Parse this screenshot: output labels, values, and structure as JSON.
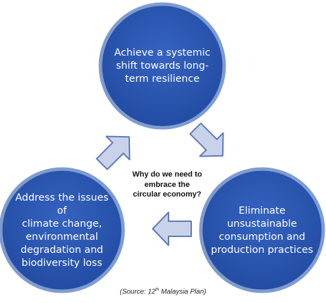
{
  "colors": {
    "circle_fill": "#2c55b0",
    "circle_ring": "#7f9cd0",
    "arrow_fill": "#c8d3ea",
    "arrow_stroke": "#5e79b8"
  },
  "circles": [
    {
      "id": "top",
      "lines": [
        "Achieve a systemic",
        "shift towards long-",
        "term resilience"
      ]
    },
    {
      "id": "bottom-right",
      "lines": [
        "Eliminate",
        "unsustainable",
        "consumption and",
        "production practices"
      ]
    },
    {
      "id": "bottom-left",
      "lines": [
        "Address the issues of",
        "climate change,",
        "environmental",
        "degradation and",
        "biodiversity loss"
      ]
    }
  ],
  "center_question": [
    "Why do we need to",
    "embrace the",
    "circular economy?"
  ],
  "source": {
    "prefix": "(Source: 12",
    "superscript": "th",
    "suffix": " Malaysia Plan)"
  },
  "arrows": [
    {
      "name": "arrow-top-to-right-icon",
      "direction": "down-right"
    },
    {
      "name": "arrow-right-to-left-icon",
      "direction": "left"
    },
    {
      "name": "arrow-left-to-top-icon",
      "direction": "up-right"
    }
  ]
}
